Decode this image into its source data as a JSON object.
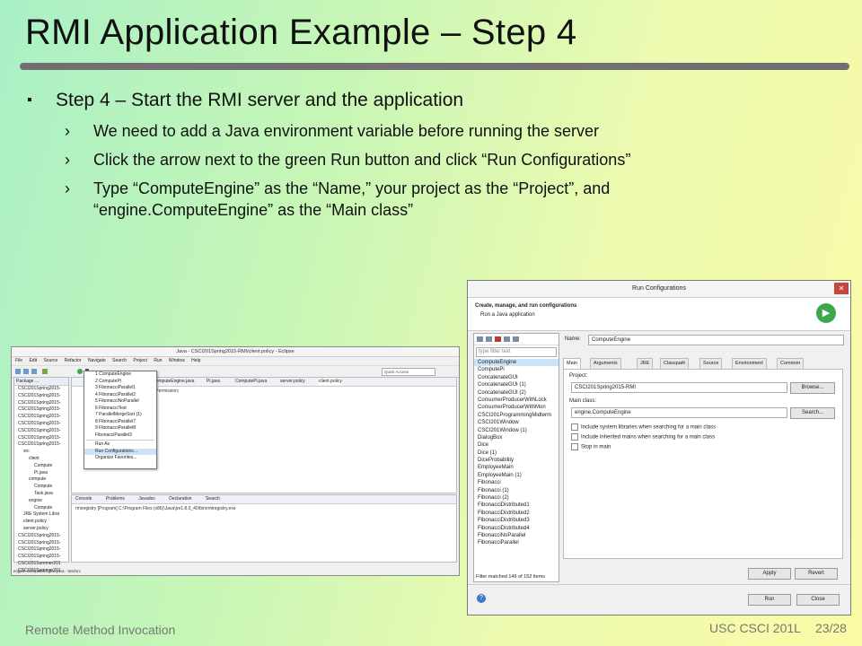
{
  "slide": {
    "title": "RMI Application Example – Step 4",
    "bullet_main": "Step 4 – Start the RMI server and the application",
    "sub_bullets": [
      "We need to add a Java environment variable before running the server",
      "Click the arrow next to the green Run button and click “Run Configurations”",
      "Type “ComputeEngine” as the “Name,” your project as the “Project”, and “engine.ComputeEngine” as the “Main class”"
    ],
    "footer_left": "Remote Method Invocation",
    "footer_course": "USC CSCI 201L",
    "footer_page": "23/28"
  },
  "eclipse": {
    "title": "Java - CSCI201Spring2015-RMI/client.policy - Eclipse",
    "menu": [
      "File",
      "Edit",
      "Source",
      "Refactor",
      "Navigate",
      "Search",
      "Project",
      "Run",
      "Window",
      "Help"
    ],
    "quick_access": "Quick Access",
    "package_tab": "Package ...",
    "tree": [
      "CSCI201Spring2015-",
      "CSCI201Spring2015-",
      "CSCI201Spring2015-",
      "CSCI201Spring2015-",
      "CSCI201Spring2015-",
      "CSCI201Spring2015-",
      "CSCI201Spring2015-",
      "CSCI201Spring2015-",
      "CSCI201Spring2015-",
      "src",
      "client",
      "Compute",
      "Pi.java",
      "compute",
      "Compute",
      "Task.java",
      "engine",
      "Compute",
      "JRE System Libra",
      "client.policy",
      "server.policy",
      "CSCI201Spring2015-",
      "CSCI201Spring2015-",
      "CSCI201Spring2015-",
      "CSCI201Spring2015-",
      "CSCI201Summer201",
      "CSCI201Summer201",
      "CSCI201Summer201"
    ],
    "editor_tabs": [
      "ComputeEngine.java",
      "Pi.java",
      "ComputePi.java",
      "server.policy",
      "client.policy"
    ],
    "code_line": "rity.AllPermission;",
    "run_dropdown": [
      "1 ComputeEngine",
      "2 ComputePi",
      "3 FibonacciParallel1",
      "4 FibonacciParallel2",
      "5 FibonacciNoParallel",
      "6 FibonacciTest",
      "7 ParallelMergeSort (1)",
      "8 FibonacciParallel7",
      "9 FibonacciParallel8",
      "FibonacciParallel3"
    ],
    "run_as": "Run As",
    "run_configs": "Run Configurations...",
    "organize": "Organize Favorites...",
    "console_tabs": [
      "Console",
      "Problems",
      "Javadoc",
      "Declaration",
      "Search"
    ],
    "console_line": "rmiregistry [Program] C:\\Program Files (x86)\\Java\\jre1.8.0_40\\bin\\rmiregistry.exe",
    "status": "engine.ComputeEngine.java - test/src"
  },
  "dialog": {
    "title": "Run Configurations",
    "close": "✕",
    "heading": "Create, manage, and run configurations",
    "subheading": "Run a Java application",
    "filter_placeholder": "type filter text",
    "configs": [
      "ComputeEngine",
      "ComputePi",
      "ConcatenateGUI",
      "ConcatenateGUI (1)",
      "ConcatenateGUI (2)",
      "ConsumerProducerWithLock",
      "ConsumerProducerWithMon",
      "CSCI201ProgrammingMidterm",
      "CSCI201Window",
      "CSCI201Window (1)",
      "DialogBox",
      "Dice",
      "Dice (1)",
      "DiceProbability",
      "EmployeeMain",
      "EmployeeMain (1)",
      "Fibonacci",
      "Fibonacci (1)",
      "Fibonacci (2)",
      "FibonacciDistributed1",
      "FibonacciDistributed2",
      "FibonacciDistributed3",
      "FibonacciDistributed4",
      "FibonacciNoParallel",
      "FibonacciParallel"
    ],
    "filter_status": "Filter matched 146 of 152 items",
    "name_label": "Name:",
    "name_value": "ComputeEngine",
    "tabs": [
      "Main",
      "Arguments",
      "JRE",
      "Classpath",
      "Source",
      "Environment",
      "Common"
    ],
    "project_label": "Project:",
    "project_value": "CSCI201Spring2015-RMI",
    "browse": "Browse...",
    "main_class_label": "Main class:",
    "main_class_value": "engine.ComputeEngine",
    "search": "Search...",
    "checks": [
      "Include system libraries when searching for a main class",
      "Include inherited mains when searching for a main class",
      "Stop in main"
    ],
    "apply": "Apply",
    "revert": "Revert",
    "run": "Run",
    "close_btn": "Close",
    "help": "?"
  }
}
